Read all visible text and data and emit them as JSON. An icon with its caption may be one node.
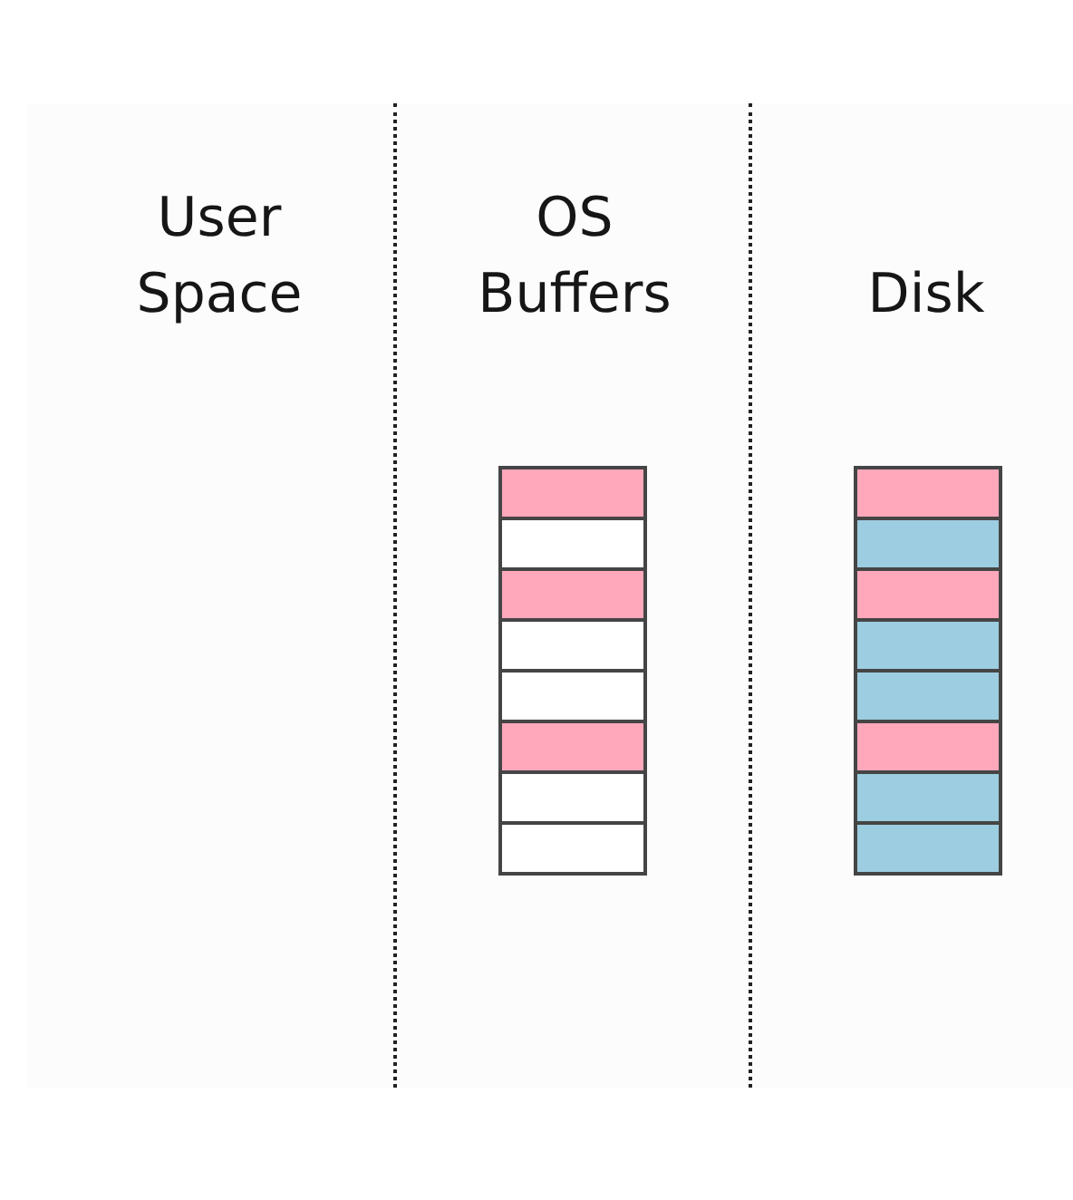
{
  "diagram": {
    "nodes": [
      {
        "text": [
          "User Space"
        ]
      },
      {
        "text": [
          "OS Buffers"
        ]
      },
      {
        "text": [
          "Disk"
        ]
      },
      {
        "text": [],
        "shape": "box",
        "in": 1
      },
      {
        "text": [],
        "shape": "box",
        "in": 1
      },
      {
        "text": [],
        "shape": "box",
        "in": 1
      },
      {
        "text": [],
        "shape": "box",
        "in": 1
      },
      {
        "text": [],
        "shape": "box",
        "in": 1
      },
      {
        "text": [],
        "shape": "box",
        "in": 1
      },
      {
        "text": [],
        "shape": "box",
        "in": 1
      },
      {
        "text": [],
        "shape": "box",
        "in": 1
      },
      {
        "text": [],
        "shape": "box",
        "in": 2
      },
      {
        "text": [],
        "shape": "box",
        "in": 2
      },
      {
        "text": [],
        "shape": "box",
        "in": 2
      },
      {
        "text": [],
        "shape": "box",
        "in": 2
      },
      {
        "text": [],
        "shape": "box",
        "in": 2
      },
      {
        "text": [],
        "shape": "box",
        "in": 2
      },
      {
        "text": [],
        "shape": "box",
        "in": 2
      },
      {
        "text": [],
        "shape": "box",
        "in": 2
      }
    ]
  }
}
